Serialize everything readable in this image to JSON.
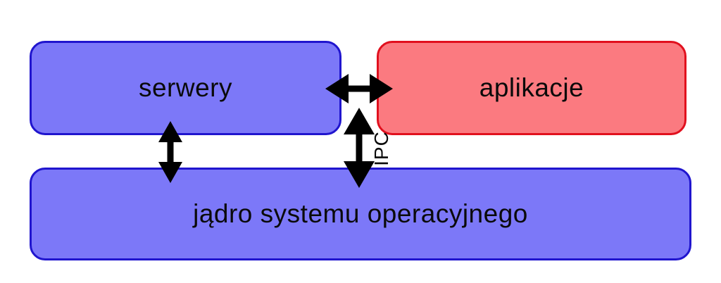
{
  "diagram": {
    "boxes": {
      "servers": {
        "label": "serwery"
      },
      "applications": {
        "label": "aplikacje"
      },
      "kernel": {
        "label": "jądro systemu operacyjnego"
      }
    },
    "arrows": {
      "ipc_label": "IPC"
    }
  },
  "colors": {
    "background": "#ffffff",
    "blue-fill": "#7c78f8",
    "blue-border": "#2015ce",
    "red-fill": "#fb7a80",
    "red-border": "#e1101e",
    "arrow": "#000000",
    "text": "#0a0a0a"
  }
}
